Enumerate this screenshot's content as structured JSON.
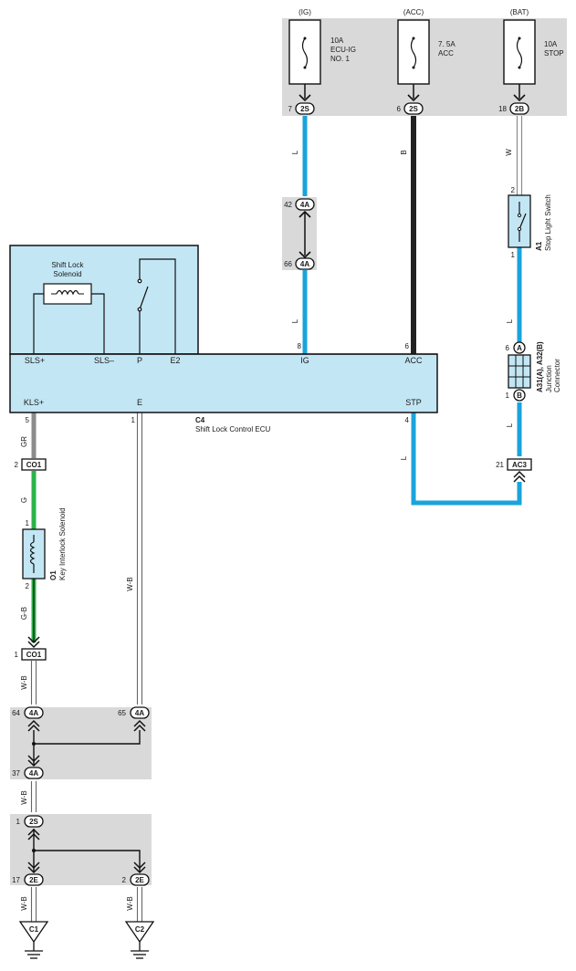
{
  "colors": {
    "wire_blue": "#1aa3dc",
    "wire_black": "#222222",
    "wire_green": "#2bb34a",
    "wire_gray": "#8c8c8c",
    "ecu_fill": "#c3e6f4",
    "panel_gray": "#d9d9d9"
  },
  "power": {
    "ig": {
      "source": "(IG)",
      "fuse_rating": "10A",
      "fuse_name": "ECU-IG",
      "fuse_num": "NO. 1",
      "pin": "7",
      "connector": "2S"
    },
    "acc": {
      "source": "(ACC)",
      "fuse_rating": "7. 5A",
      "fuse_name": "ACC",
      "pin": "6",
      "connector": "2S"
    },
    "bat": {
      "source": "(BAT)",
      "fuse_rating": "10A",
      "fuse_name": "STOP",
      "pin": "18",
      "connector": "2B"
    }
  },
  "wires": {
    "ig_1": "L",
    "acc_1": "B",
    "bat_1": "W",
    "ig_2": "L",
    "stp_1": "L",
    "stp_2": "L",
    "kls_1": "GR",
    "kls_2": "G",
    "kls_3": "G-B",
    "e_1": "W-B",
    "ground_1": "W-B",
    "ground_2": "W-B",
    "ground_3": "W-B",
    "ground_4": "W-B"
  },
  "ig_junction": {
    "pin_top": "42",
    "conn_top": "4A",
    "pin_bottom": "66",
    "conn_bottom": "4A"
  },
  "stop_switch": {
    "code": "A1",
    "name": "Stop Light Switch",
    "pin_top": "2",
    "pin_bottom": "1"
  },
  "junction_connector": {
    "code": "A31(A), A32(B)",
    "name": "Junction",
    "name2": "Connector",
    "pin_top": "6",
    "letter_top": "A",
    "pin_bottom": "1",
    "letter_bottom": "B"
  },
  "ac3": {
    "pin": "21",
    "connector": "AC3"
  },
  "ecu": {
    "code": "C4",
    "name": "Shift Lock Control ECU",
    "solenoid_label_1": "Shift Lock",
    "solenoid_label_2": "Solenoid",
    "terms": {
      "sls_plus": "SLS+",
      "sls_minus": "SLS–",
      "p": "P",
      "e2": "E2",
      "ig": "IG",
      "acc": "ACC",
      "kls": "KLS+",
      "e": "E",
      "stp": "STP"
    },
    "pins": {
      "ig": "8",
      "acc": "6",
      "kls": "5",
      "e": "1",
      "stp": "4"
    }
  },
  "co1_top": {
    "pin": "2",
    "connector": "CO1"
  },
  "co1_bottom": {
    "pin": "1",
    "connector": "CO1"
  },
  "interlock": {
    "code": "O1",
    "name": "Key Interlock Solenoid",
    "pin_top": "1",
    "pin_bottom": "2"
  },
  "j4a": {
    "left_pin": "64",
    "left_conn": "4A",
    "right_pin": "65",
    "right_conn": "4A",
    "bottom_pin": "37",
    "bottom_conn": "4A"
  },
  "j2s": {
    "pin": "1",
    "connector": "2S"
  },
  "j2e": {
    "left_pin": "17",
    "left_conn": "2E",
    "right_pin": "2",
    "right_conn": "2E"
  },
  "grounds": {
    "c1": "C1",
    "c2": "C2"
  }
}
